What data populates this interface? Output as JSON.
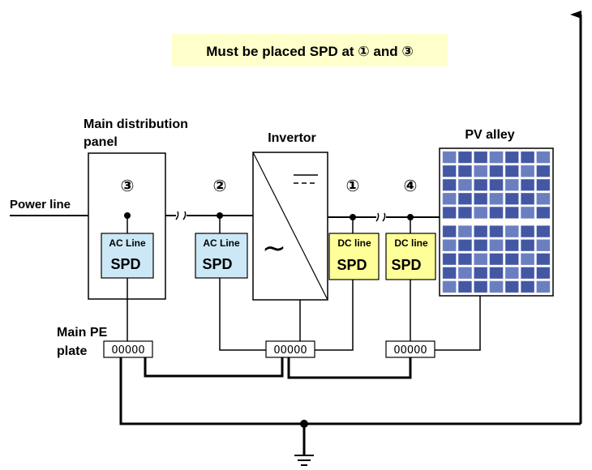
{
  "banner": {
    "text": "Must be placed SPD at ① and ③",
    "bg": "#ffffcc"
  },
  "labels": {
    "main_panel": [
      "Main distribution",
      "panel"
    ],
    "invertor": "Invertor",
    "pv": "PV alley",
    "power_line": "Power line",
    "pe_plate": [
      "Main PE",
      "plate"
    ]
  },
  "points": [
    "①",
    "②",
    "③",
    "④"
  ],
  "spd": {
    "ac_line": "AC Line",
    "dc_line": "DC line",
    "spd": "SPD",
    "ac_color": "#cce8f6",
    "dc_color": "#ffff99"
  },
  "terminal": "00000",
  "inverter_symbols": {
    "ac": "~"
  }
}
